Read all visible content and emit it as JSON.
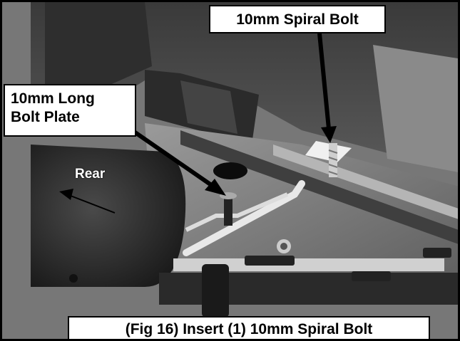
{
  "labels": {
    "spiral_bolt": "10mm Spiral Bolt",
    "long_bolt_line1": "10mm Long",
    "long_bolt_line2": "Bolt Plate",
    "rear": "Rear"
  },
  "caption": "(Fig 16) Insert (1) 10mm Spiral Bolt",
  "colors": {
    "arrow": "#000000",
    "label_bg": "#ffffff",
    "label_border": "#000000"
  }
}
